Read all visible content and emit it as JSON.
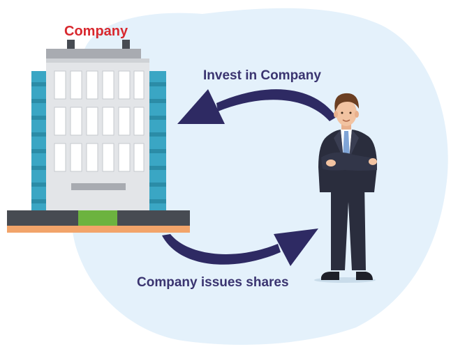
{
  "building": {
    "label": "Company"
  },
  "arrows": {
    "invest_label": "Invest in Company",
    "shares_label": "Company issues shares"
  },
  "colors": {
    "background_blob": "#e4f1fb",
    "company_label": "#d8282e",
    "arrow": "#2e2a63",
    "arrow_label": "#3a3470",
    "building_face": "#e3e5e8",
    "building_side": "#3aa6c4",
    "door": "#6cb33f",
    "base_dark": "#474b52",
    "base_orange": "#f2a46a",
    "suit": "#2a2d3d",
    "tie": "#7fa4d6",
    "skin": "#f2c3a1",
    "hair": "#6b3f22"
  }
}
